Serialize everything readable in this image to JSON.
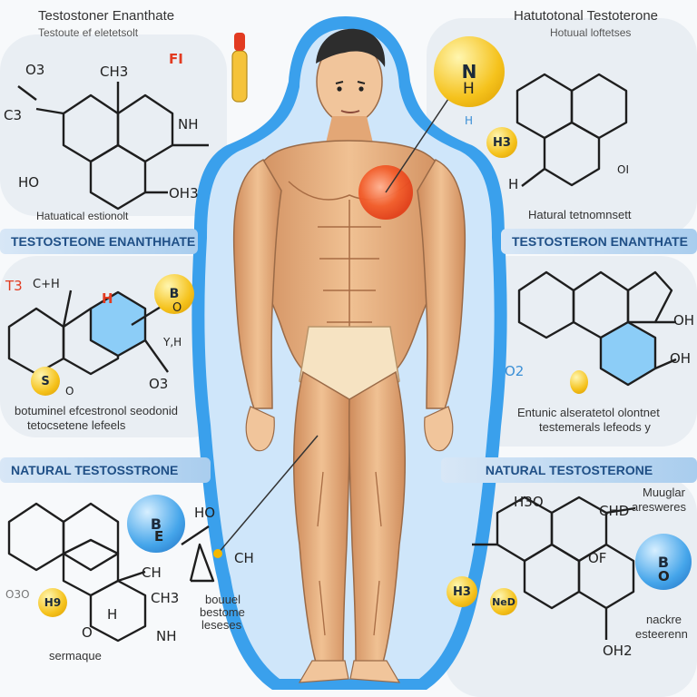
{
  "top_left": {
    "title": "Testostoner Enanthate",
    "subtitle": "Testoute ef eletetsolt",
    "caption": "Hatuatical estionolt"
  },
  "top_right": {
    "title": "Hatutotonal Testoterone",
    "subtitle": "Hotuual loftetses",
    "caption": "Hatural tetnomnsett"
  },
  "mid_left": {
    "band": "TESTOSTEONE ENANTHHATE",
    "caption_line1": "botuminel efcestronol seodonid",
    "caption_line2": "tetocsetene lefeels"
  },
  "mid_right": {
    "band": "TESTOSTERON ENANTHATE",
    "caption_line1": "Entunic alseratetol olontnet",
    "caption_line2": "testemerals lefeods y"
  },
  "bottom_left": {
    "band": "NATURAL TESTOSSTRONE",
    "caption_right_line1": "bouuel",
    "caption_right_line2": "bestome",
    "caption_right_line3": "leseses",
    "caption_bottom": "sermaque"
  },
  "bottom_right": {
    "band": "NATURAL TESTOSTERONE",
    "caption_top_line1": "Muuglar",
    "caption_top_line2": "aresweres",
    "caption_bottom_line1": "nackre",
    "caption_bottom_line2": "esteerenn"
  },
  "atoms": {
    "tl_o3": "O3",
    "tl_ch3": "CH3",
    "tl_c3": "C3",
    "tl_nh": "NH",
    "tl_ho": "HO",
    "tl_oh3": "OH3",
    "tl_fi": "FI",
    "top_n": "N",
    "top_h": "H",
    "top_h_small": "H",
    "tr_h3": "H3",
    "tr_h": "H",
    "tr_oi": "OI",
    "ml_t3": "T3",
    "ml_oh": "C+H",
    "ml_h": "H",
    "ml_b": "B",
    "ml_o": "O",
    "ml_yh": "Y,H",
    "ml_o3": "O3",
    "ml_s": "S",
    "ml_o2": "O",
    "mr_oh": "OH",
    "mr_oh2": "OH",
    "mr_o2": "O2",
    "bl_b": "B",
    "bl_e": "E",
    "bl_ho": "HO",
    "bl_ch": "CH",
    "bl_ch2": "CH",
    "bl_ch3": "CH3",
    "bl_h": "H",
    "bl_nh": "NH",
    "bl_os": "O3O",
    "bl_hg": "H9",
    "bl_o": "O",
    "br_h3o": "H3O",
    "br_chd": "CHD",
    "br_of": "OF",
    "br_b": "B",
    "br_o": "O",
    "br_h3": "H3",
    "br_ne": "NeD",
    "br_oh2": "OH2"
  }
}
